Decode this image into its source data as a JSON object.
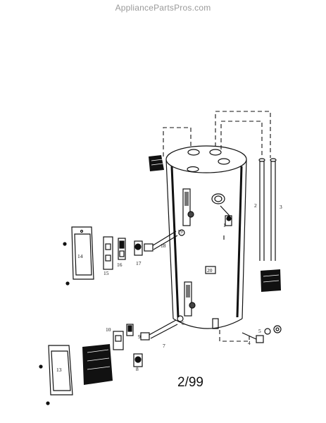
{
  "watermark": "AppliancePartsPros.com",
  "revision": "2/99",
  "parts": [
    {
      "key": "p1",
      "label": "1"
    },
    {
      "key": "p2",
      "label": "2"
    },
    {
      "key": "p3",
      "label": "3"
    },
    {
      "key": "p4",
      "label": "4"
    },
    {
      "key": "p5",
      "label": "5"
    },
    {
      "key": "p6",
      "label": "6"
    },
    {
      "key": "p7",
      "label": "7"
    },
    {
      "key": "p8",
      "label": "8"
    },
    {
      "key": "p9",
      "label": "9"
    },
    {
      "key": "p10",
      "label": "10"
    },
    {
      "key": "p13",
      "label": "13"
    },
    {
      "key": "p14",
      "label": "14"
    },
    {
      "key": "p15",
      "label": "15"
    },
    {
      "key": "p16",
      "label": "16"
    },
    {
      "key": "p17",
      "label": "17"
    },
    {
      "key": "p18",
      "label": "18"
    },
    {
      "key": "p19",
      "label": "19"
    },
    {
      "key": "p20",
      "label": "20"
    }
  ]
}
